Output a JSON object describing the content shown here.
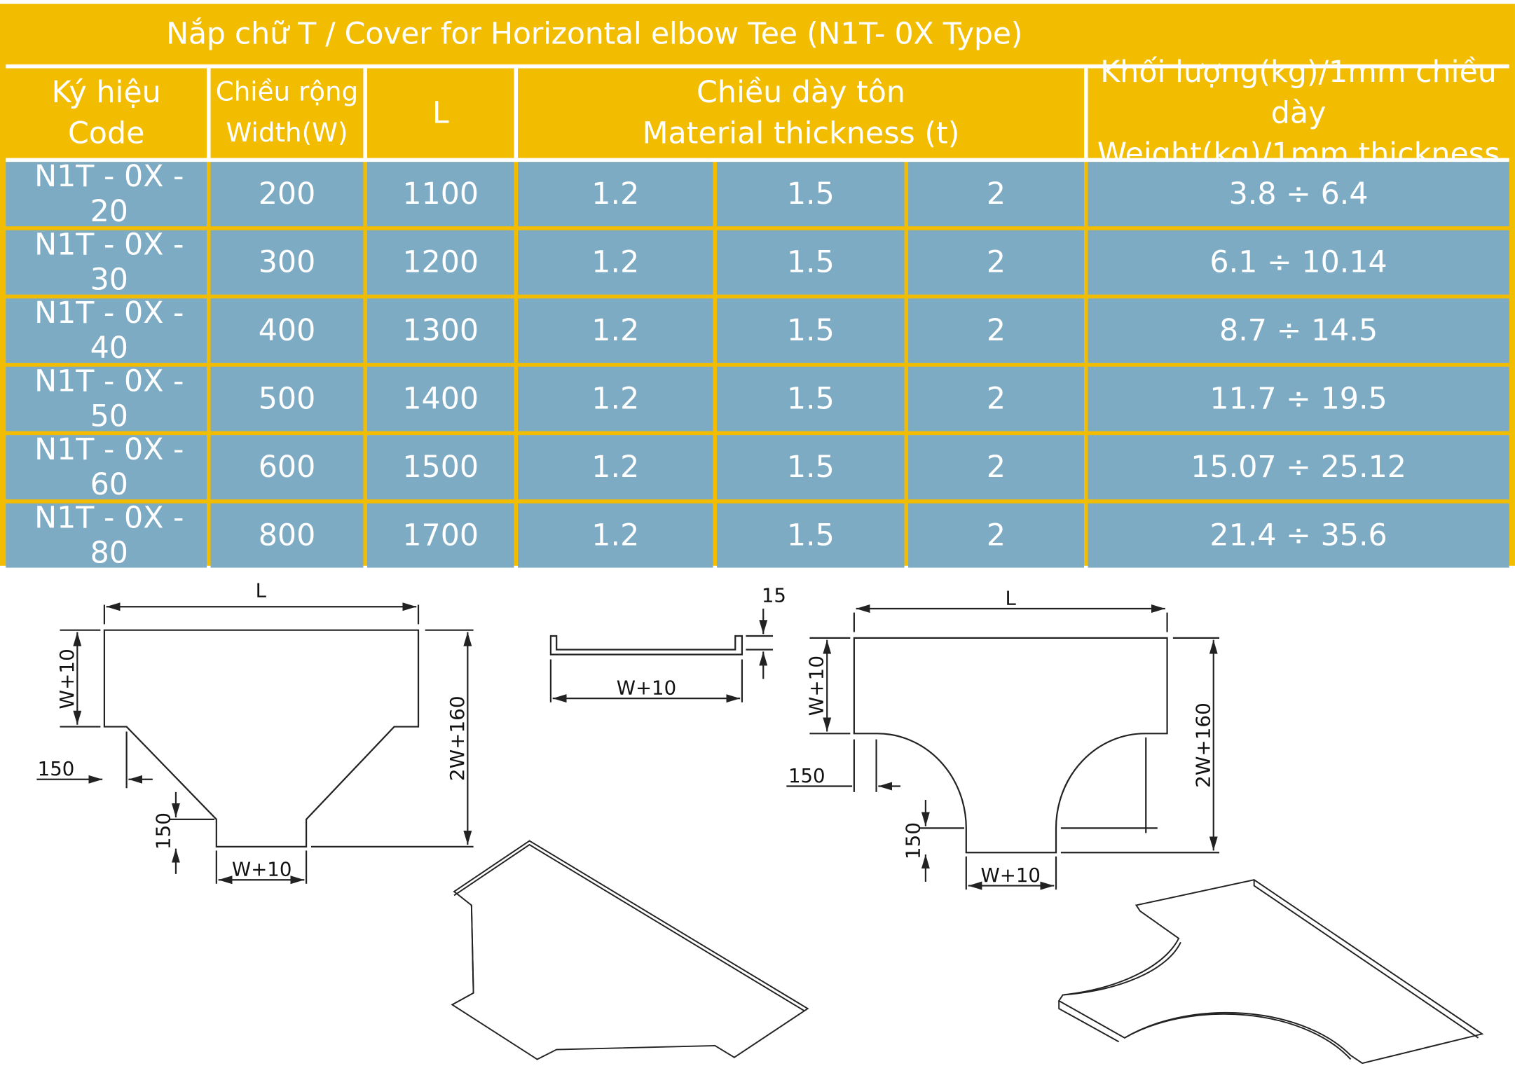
{
  "table": {
    "title": "Nắp chữ T / Cover for Horizontal elbow  Tee (N1T- 0X Type)",
    "headers": {
      "code": [
        "Ký hiệu",
        "Code"
      ],
      "width": [
        "Chiều rộng",
        "Width(W)"
      ],
      "length": "L",
      "thickness": [
        "Chiều dày tôn",
        "Material thickness (t)"
      ],
      "weight": [
        "Khối lượng(kg)/1mm chiều dày",
        "Weight(kg)/1mm thickness"
      ]
    },
    "rows": [
      {
        "code": "N1T - 0X - 20",
        "width": "200",
        "length": "1100",
        "t1": "1.2",
        "t2": "1.5",
        "t3": "2",
        "weight": "3.8 ÷ 6.4"
      },
      {
        "code": "N1T - 0X - 30",
        "width": "300",
        "length": "1200",
        "t1": "1.2",
        "t2": "1.5",
        "t3": "2",
        "weight": "6.1 ÷ 10.14"
      },
      {
        "code": "N1T - 0X - 40",
        "width": "400",
        "length": "1300",
        "t1": "1.2",
        "t2": "1.5",
        "t3": "2",
        "weight": "8.7 ÷ 14.5"
      },
      {
        "code": "N1T - 0X - 50",
        "width": "500",
        "length": "1400",
        "t1": "1.2",
        "t2": "1.5",
        "t3": "2",
        "weight": "11.7 ÷ 19.5"
      },
      {
        "code": "N1T - 0X - 60",
        "width": "600",
        "length": "1500",
        "t1": "1.2",
        "t2": "1.5",
        "t3": "2",
        "weight": "15.07 ÷ 25.12"
      },
      {
        "code": "N1T - 0X - 80",
        "width": "800",
        "length": "1700",
        "t1": "1.2",
        "t2": "1.5",
        "t3": "2",
        "weight": "21.4 ÷ 35.6"
      }
    ]
  },
  "drawings": {
    "left_plan": {
      "length": "L",
      "side": "W+10",
      "height": "2W+160",
      "offset": "150",
      "neck": "150",
      "bottom": "W+10"
    },
    "section": {
      "lip": "15",
      "width": "W+10"
    },
    "right_plan": {
      "length": "L",
      "side": "W+10",
      "height": "2W+160",
      "offset": "150",
      "neck": "150",
      "bottom": "W+10"
    }
  },
  "colors": {
    "header": "#f2bd00",
    "body": "#7eabc4",
    "text": "#ffffff",
    "line": "#222222"
  }
}
